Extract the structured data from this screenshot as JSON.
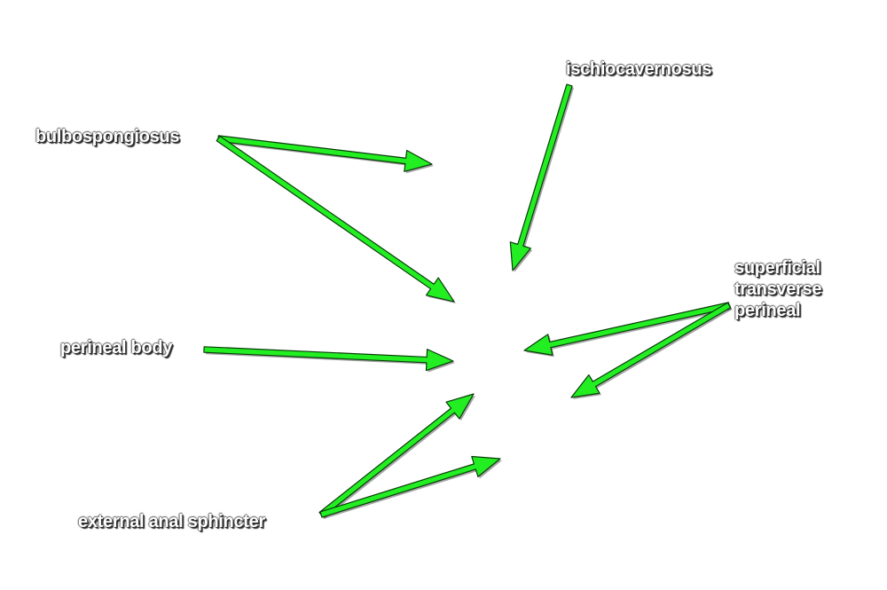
{
  "labels": {
    "ischiocavernosus": "ischiocavernosus",
    "bulbospongiosus": "bulbospongiosus",
    "superficial_transverse_perineal": "superficial\ntransverse\nperineal",
    "perineal_body": "perineal body",
    "external_anal_sphincter": "external anal sphincter"
  },
  "colors": {
    "arrow_fill": "#22ee22",
    "arrow_stroke": "#0a3a0a",
    "label_text": "#ffffff",
    "background": "#ffffff"
  }
}
